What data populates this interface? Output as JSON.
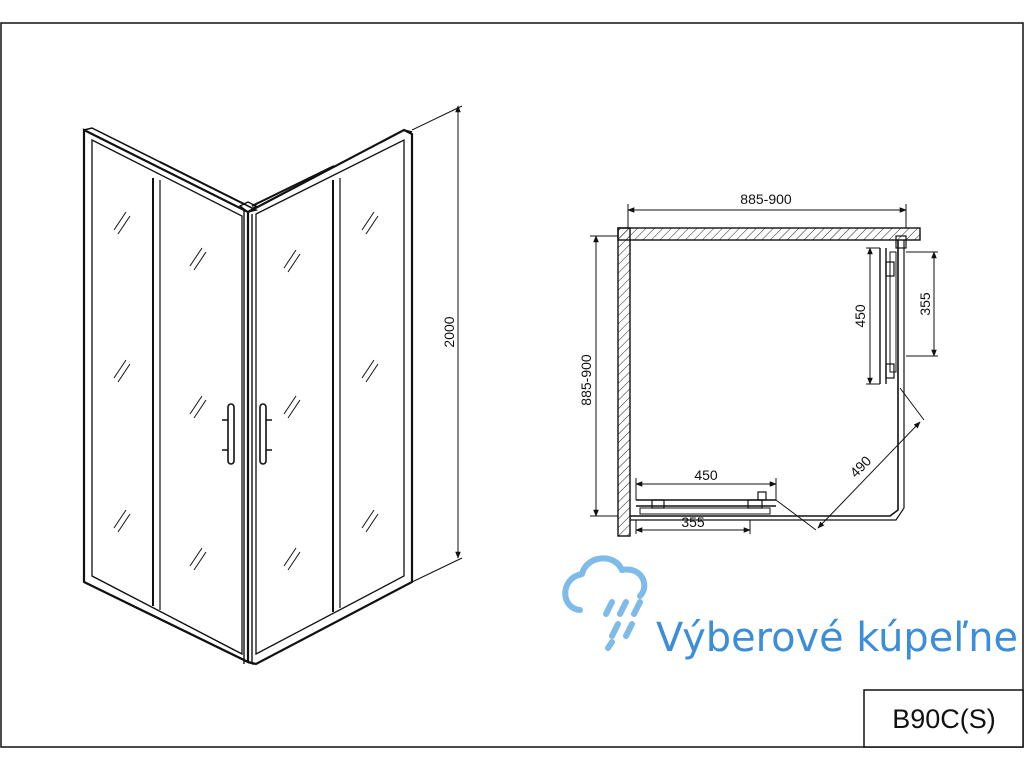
{
  "dimensions": {
    "height": "2000",
    "width_top": "885-900",
    "depth_left": "885-900",
    "door_bottom": "450",
    "fixed_bottom": "355",
    "door_right": "450",
    "fixed_right": "355",
    "entry_diagonal": "490"
  },
  "brand": {
    "name": "Výberové kúpeľne",
    "color": "#3d8ed8",
    "logo_icon": "cloud-shower-icon"
  },
  "model_code": "B90C(S)"
}
